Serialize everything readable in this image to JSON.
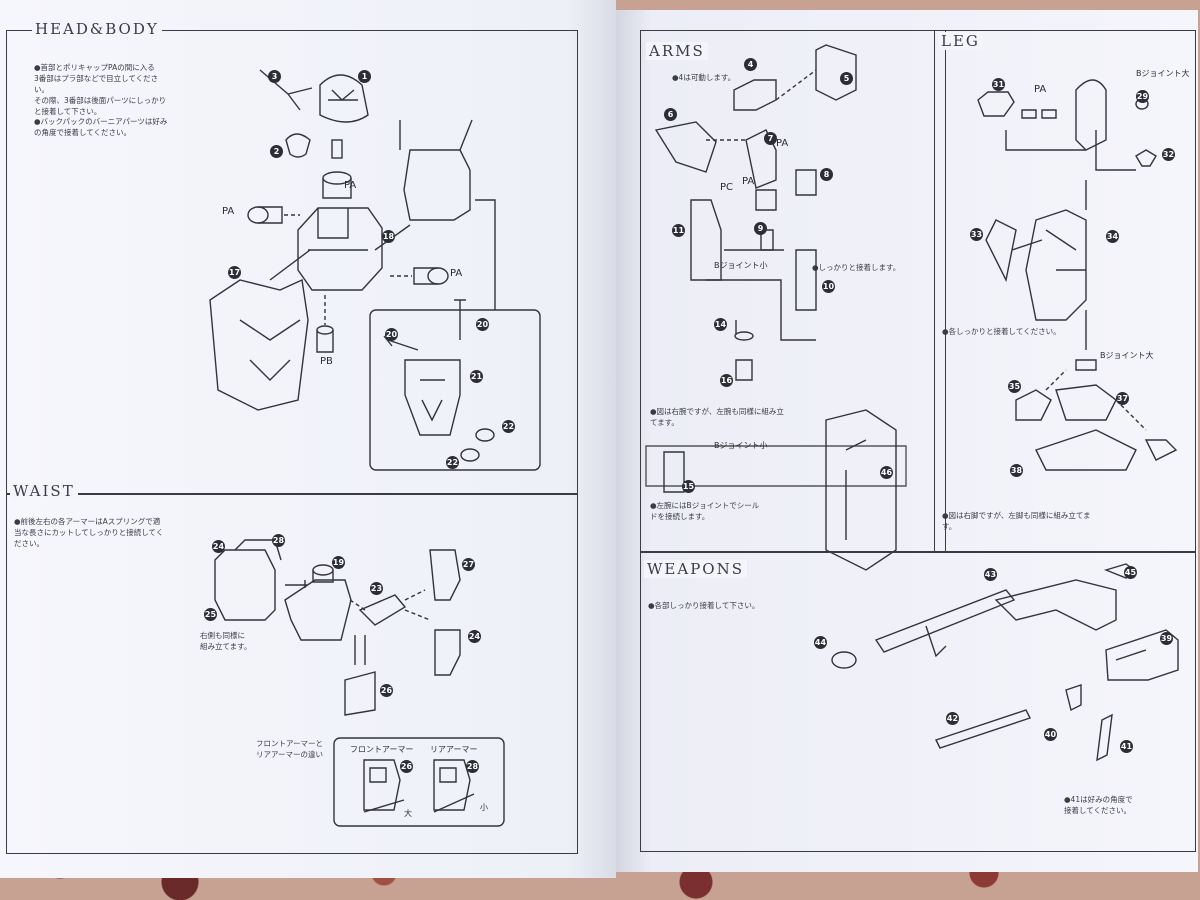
{
  "sections": {
    "head_body": {
      "title": "HEAD&BODY",
      "notes": [
        "●首部とポリキャップPAの間に入る\n3番部はプラ部などで目立してください。\nその際、3番部は後面パーツにしっかりと接着して下さい。",
        "●バックパックのバーニアパーツは好みの角度で接着してください。"
      ],
      "labels": [
        "PA",
        "PA",
        "PA",
        "PB"
      ],
      "parts": [
        "1",
        "2",
        "3",
        "17",
        "18",
        "20",
        "20",
        "21",
        "22",
        "22"
      ]
    },
    "waist": {
      "title": "WAIST",
      "notes": [
        "●前後左右の各アーマーはAスプリングで適当な長さにカットしてしっかりと接続してください。",
        "右側も同様に\n組み立てます。"
      ],
      "inset": {
        "caption": "フロントアーマーと\nリアアーマーの違い",
        "front_label": "フロントアーマー",
        "rear_label": "リアアーマー",
        "large": "大",
        "small": "小"
      },
      "parts": [
        "19",
        "23",
        "24",
        "24",
        "25",
        "26",
        "26",
        "27",
        "28",
        "28"
      ]
    },
    "arms": {
      "title": "ARMS",
      "notes": [
        "●4は可動します。",
        "●しっかりと接着します。",
        "●図は右腕ですが、左腕も同様に組み立てます。",
        "●左腕にはBジョイントでシールドを接続します。"
      ],
      "labels": [
        "PA",
        "PC",
        "PA",
        "Bジョイント小",
        "Bジョイント小"
      ],
      "parts": [
        "4",
        "5",
        "6",
        "7",
        "8",
        "9",
        "10",
        "11",
        "14",
        "15",
        "16",
        "46"
      ]
    },
    "leg": {
      "title": "LEG",
      "notes": [
        "●各しっかりと接着してください。",
        "●図は右脚ですが、左脚も同様に組み立てます。"
      ],
      "labels": [
        "Bジョイント大",
        "PA",
        "Bジョイント大"
      ],
      "parts": [
        "29",
        "31",
        "32",
        "33",
        "34",
        "35",
        "37",
        "38"
      ]
    },
    "weapons": {
      "title": "WEAPONS",
      "notes": [
        "●各部しっかり接着して下さい。",
        "●41は好みの角度で\n接着してください。"
      ],
      "parts": [
        "39",
        "40",
        "41",
        "42",
        "43",
        "44",
        "45"
      ]
    }
  },
  "colors": {
    "ink": "#33343c",
    "paper": "#f4f5fb",
    "background": "#c7a192"
  }
}
